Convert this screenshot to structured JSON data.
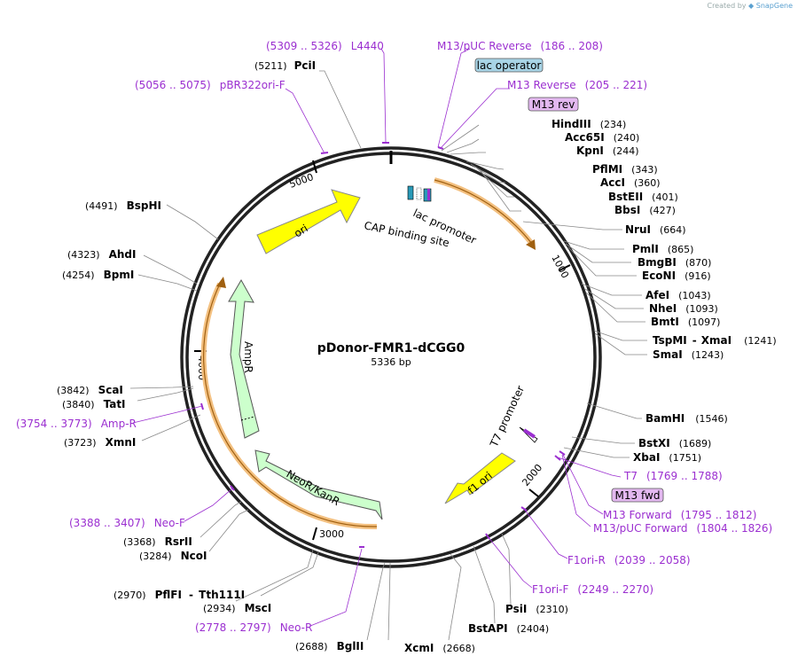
{
  "credit": {
    "created_by": "Created by",
    "brand": "SnapGene"
  },
  "plasmid": {
    "name": "pDonor-FMR1-dCGG0",
    "length": "5336 bp"
  },
  "ticks": [
    "1000",
    "2000",
    "3000",
    "4000",
    "5000"
  ],
  "features": {
    "ori": "ori",
    "ampr": "AmpR",
    "neor": "NeoR/KanR",
    "f1ori": "f1 ori",
    "lac_promoter": "lac promoter",
    "cap_site": "CAP binding site",
    "t7_promoter": "T7 promoter"
  },
  "sites": [
    {
      "name": "PciI",
      "pos": "(5211)"
    },
    {
      "name": "HindIII",
      "pos": "(234)"
    },
    {
      "name": "Acc65I",
      "pos": "(240)"
    },
    {
      "name": "KpnI",
      "pos": "(244)"
    },
    {
      "name": "PflMI",
      "pos": "(343)"
    },
    {
      "name": "AccI",
      "pos": "(360)"
    },
    {
      "name": "BstEII",
      "pos": "(401)"
    },
    {
      "name": "BbsI",
      "pos": "(427)"
    },
    {
      "name": "NruI",
      "pos": "(664)"
    },
    {
      "name": "PmlI",
      "pos": "(865)"
    },
    {
      "name": "BmgBI",
      "pos": "(870)"
    },
    {
      "name": "EcoNI",
      "pos": "(916)"
    },
    {
      "name": "AfeI",
      "pos": "(1043)"
    },
    {
      "name": "NheI",
      "pos": "(1093)"
    },
    {
      "name": "BmtI",
      "pos": "(1097)"
    },
    {
      "name": "TspMI",
      "pos": ""
    },
    {
      "name": "XmaI",
      "pos": "(1241)"
    },
    {
      "name": "SmaI",
      "pos": "(1243)"
    },
    {
      "name": "BamHI",
      "pos": "(1546)"
    },
    {
      "name": "BstXI",
      "pos": "(1689)"
    },
    {
      "name": "XbaI",
      "pos": "(1751)"
    },
    {
      "name": "PsiI",
      "pos": "(2310)"
    },
    {
      "name": "BstAPI",
      "pos": "(2404)"
    },
    {
      "name": "XcmI",
      "pos": "(2668)"
    },
    {
      "name": "BglII",
      "pos": "(2688)"
    },
    {
      "name": "MscI",
      "pos": "(2934)"
    },
    {
      "name": "PflFI",
      "pos": "(2970)"
    },
    {
      "name": "Tth111I",
      "pos": ""
    },
    {
      "name": "NcoI",
      "pos": "(3284)"
    },
    {
      "name": "RsrII",
      "pos": "(3368)"
    },
    {
      "name": "XmnI",
      "pos": "(3723)"
    },
    {
      "name": "TatI",
      "pos": "(3840)"
    },
    {
      "name": "ScaI",
      "pos": "(3842)"
    },
    {
      "name": "BpmI",
      "pos": "(4254)"
    },
    {
      "name": "AhdI",
      "pos": "(4323)"
    },
    {
      "name": "BspHI",
      "pos": "(4491)"
    }
  ],
  "primers": [
    {
      "name": "L4440",
      "range": "(5309 .. 5326)"
    },
    {
      "name": "M13/pUC Reverse",
      "range": "(186 .. 208)"
    },
    {
      "name": "M13 Reverse",
      "range": "(205 .. 221)"
    },
    {
      "name": "pBR322ori-F",
      "range": "(5056 .. 5075)"
    },
    {
      "name": "T7",
      "range": "(1769 .. 1788)"
    },
    {
      "name": "M13 Forward",
      "range": "(1795 .. 1812)"
    },
    {
      "name": "M13/pUC Forward",
      "range": "(1804 .. 1826)"
    },
    {
      "name": "F1ori-R",
      "range": "(2039 .. 2058)"
    },
    {
      "name": "F1ori-F",
      "range": "(2249 .. 2270)"
    },
    {
      "name": "Neo-R",
      "range": "(2778 .. 2797)"
    },
    {
      "name": "Neo-F",
      "range": "(3388 .. 3407)"
    },
    {
      "name": "Amp-R",
      "range": "(3754 .. 3773)"
    }
  ],
  "boxes": {
    "lac_operator": "lac operator",
    "m13_rev": "M13 rev",
    "m13_fwd": "M13 fwd"
  },
  "colors": {
    "ori": "#ffff00",
    "resistance": "#ccffcc",
    "orange_track": "#f0a020",
    "primer": "#9b2fd0",
    "lac_operator_box": "#a8d4e6",
    "m13_box": "#e3b8f0"
  }
}
